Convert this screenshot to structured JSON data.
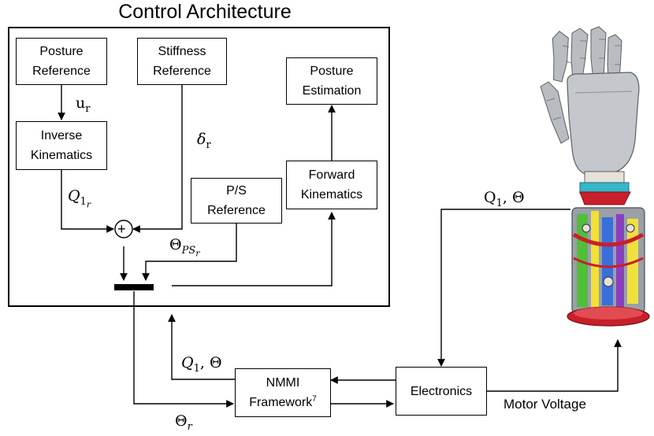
{
  "title": "Control Architecture",
  "boxes": {
    "posture_reference": "Posture\nReference",
    "stiffness_reference": "Stiffness\nReference",
    "inverse_kinematics": "Inverse\nKinematics",
    "posture_estimation": "Posture\nEstimation",
    "forward_kinematics": "Forward\nKinematics",
    "ps_reference": "P/S\nReference",
    "nmmi_framework": "NMMI",
    "nmmi_framework_line2": "Framework",
    "nmmi_footnote": "7",
    "electronics": "Electronics"
  },
  "labels": {
    "u_r_base": "u",
    "u_r_sub": "r",
    "delta_r_base": "δ",
    "delta_r_sub": "r",
    "q1r_base": "Q",
    "q1r_sub": "1",
    "q1r_subsub": "r",
    "theta_psr_base": "Θ",
    "theta_psr_sub": "PS",
    "theta_psr_subsub": "r",
    "sum_symbol": "+",
    "q1_theta_right": "Q",
    "q1_theta_right_sub": "1",
    "q1_theta_right_rest": ", Θ",
    "q1_theta_left": "Q",
    "q1_theta_left_sub": "1",
    "q1_theta_left_rest": ", Θ",
    "theta_r_base": "Θ",
    "theta_r_sub": "r",
    "motor_voltage": "Motor Voltage"
  },
  "colors": {
    "line": "#000000",
    "hand_grey": "#b9bcc0",
    "hand_dark": "#6d7075",
    "red_part": "#c8202a",
    "yellow_part": "#f2e03a",
    "green_part": "#4fbf3a",
    "blue_part": "#3a6fd8",
    "purple_part": "#8a3fbf",
    "teal_part": "#36b6c8"
  },
  "image": {
    "icon": "robotic-hand-icon"
  }
}
